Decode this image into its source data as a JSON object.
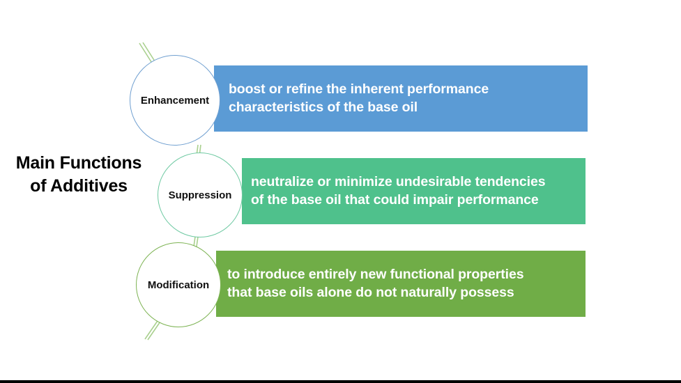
{
  "slide": {
    "background_color": "#FFFFFF",
    "bottom_border_color": "#000000"
  },
  "title": {
    "text": "Main\nFunctions of\nAdditives"
  },
  "items": [
    {
      "id": "enhancement",
      "label": "Enhancement",
      "description": "boost or refine the inherent performance\ncharacteristics of the base oil",
      "band_color": "#5B9BD5",
      "circle_outline_color": "#6F9FD0"
    },
    {
      "id": "suppression",
      "label": "Suppression",
      "description": "neutralize or minimize undesirable tendencies\nof the base oil that could impair performance",
      "band_color": "#4FC18C",
      "circle_outline_color": "#6EC9A2"
    },
    {
      "id": "modification",
      "label": "Modification",
      "description": "to introduce entirely new functional properties\nthat base oils alone do not naturally possess",
      "band_color": "#70AD47",
      "circle_outline_color": "#7DB353"
    }
  ],
  "connectors": {
    "line_color": "#A9D08E",
    "count": 4
  }
}
